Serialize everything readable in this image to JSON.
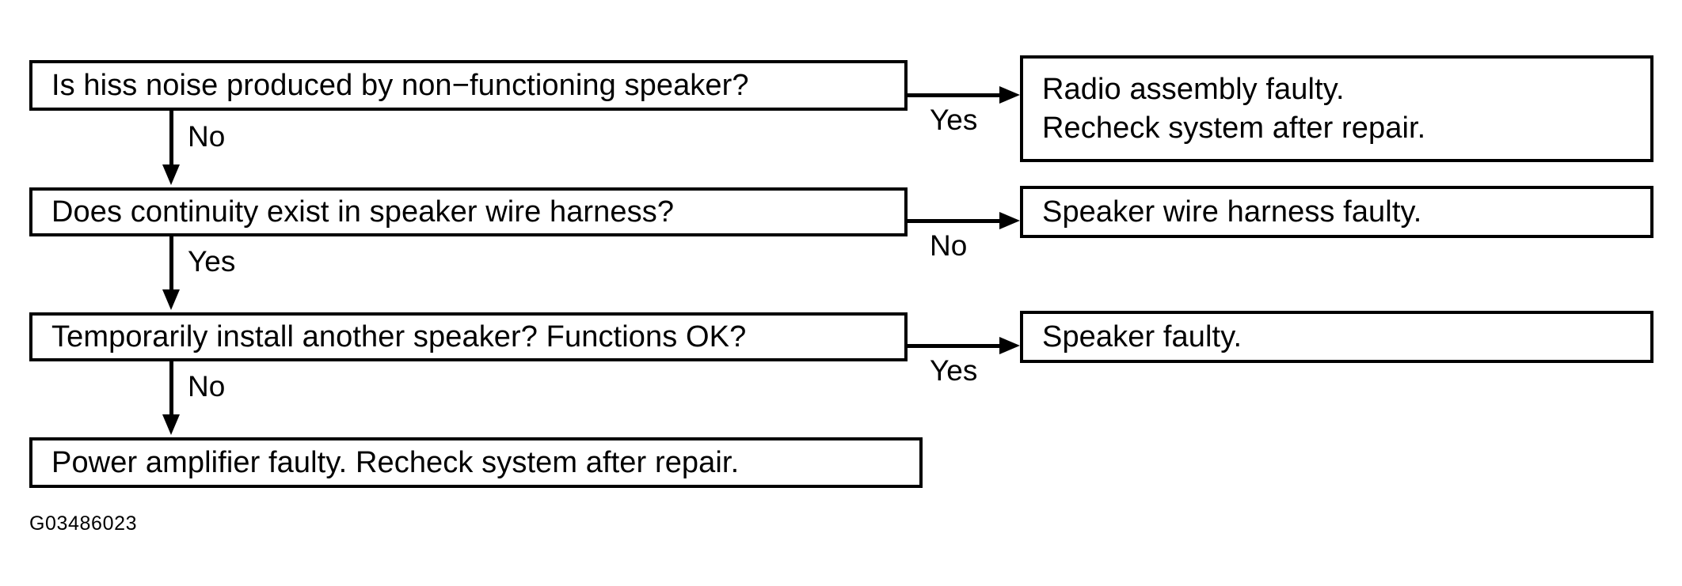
{
  "figure": {
    "code": "G03486023",
    "type": "troubleshooting-flowchart",
    "background_color": "#ffffff",
    "line_color": "#000000"
  },
  "questions": [
    {
      "id": "q1",
      "text": "Is hiss noise produced by non−functioning speaker?"
    },
    {
      "id": "q2",
      "text": "Does continuity exist in speaker wire harness?"
    },
    {
      "id": "q3",
      "text": "Temporarily install another speaker? Functions OK?"
    }
  ],
  "results": [
    {
      "id": "radio",
      "line1": "Radio assembly faulty.",
      "line2": "Recheck system after repair."
    },
    {
      "id": "harness",
      "line1": "Speaker wire harness faulty."
    },
    {
      "id": "speaker",
      "line1": "Speaker faulty."
    },
    {
      "id": "amp",
      "line1": "Power amplifier faulty. Recheck system after repair."
    }
  ],
  "edges": [
    {
      "from": "q1",
      "to": "radio",
      "label": "Yes",
      "direction": "right"
    },
    {
      "from": "q1",
      "to": "q2",
      "label": "No",
      "direction": "down"
    },
    {
      "from": "q2",
      "to": "harness",
      "label": "No",
      "direction": "right"
    },
    {
      "from": "q2",
      "to": "q3",
      "label": "Yes",
      "direction": "down"
    },
    {
      "from": "q3",
      "to": "speaker",
      "label": "Yes",
      "direction": "right"
    },
    {
      "from": "q3",
      "to": "amp",
      "label": "No",
      "direction": "down"
    }
  ]
}
